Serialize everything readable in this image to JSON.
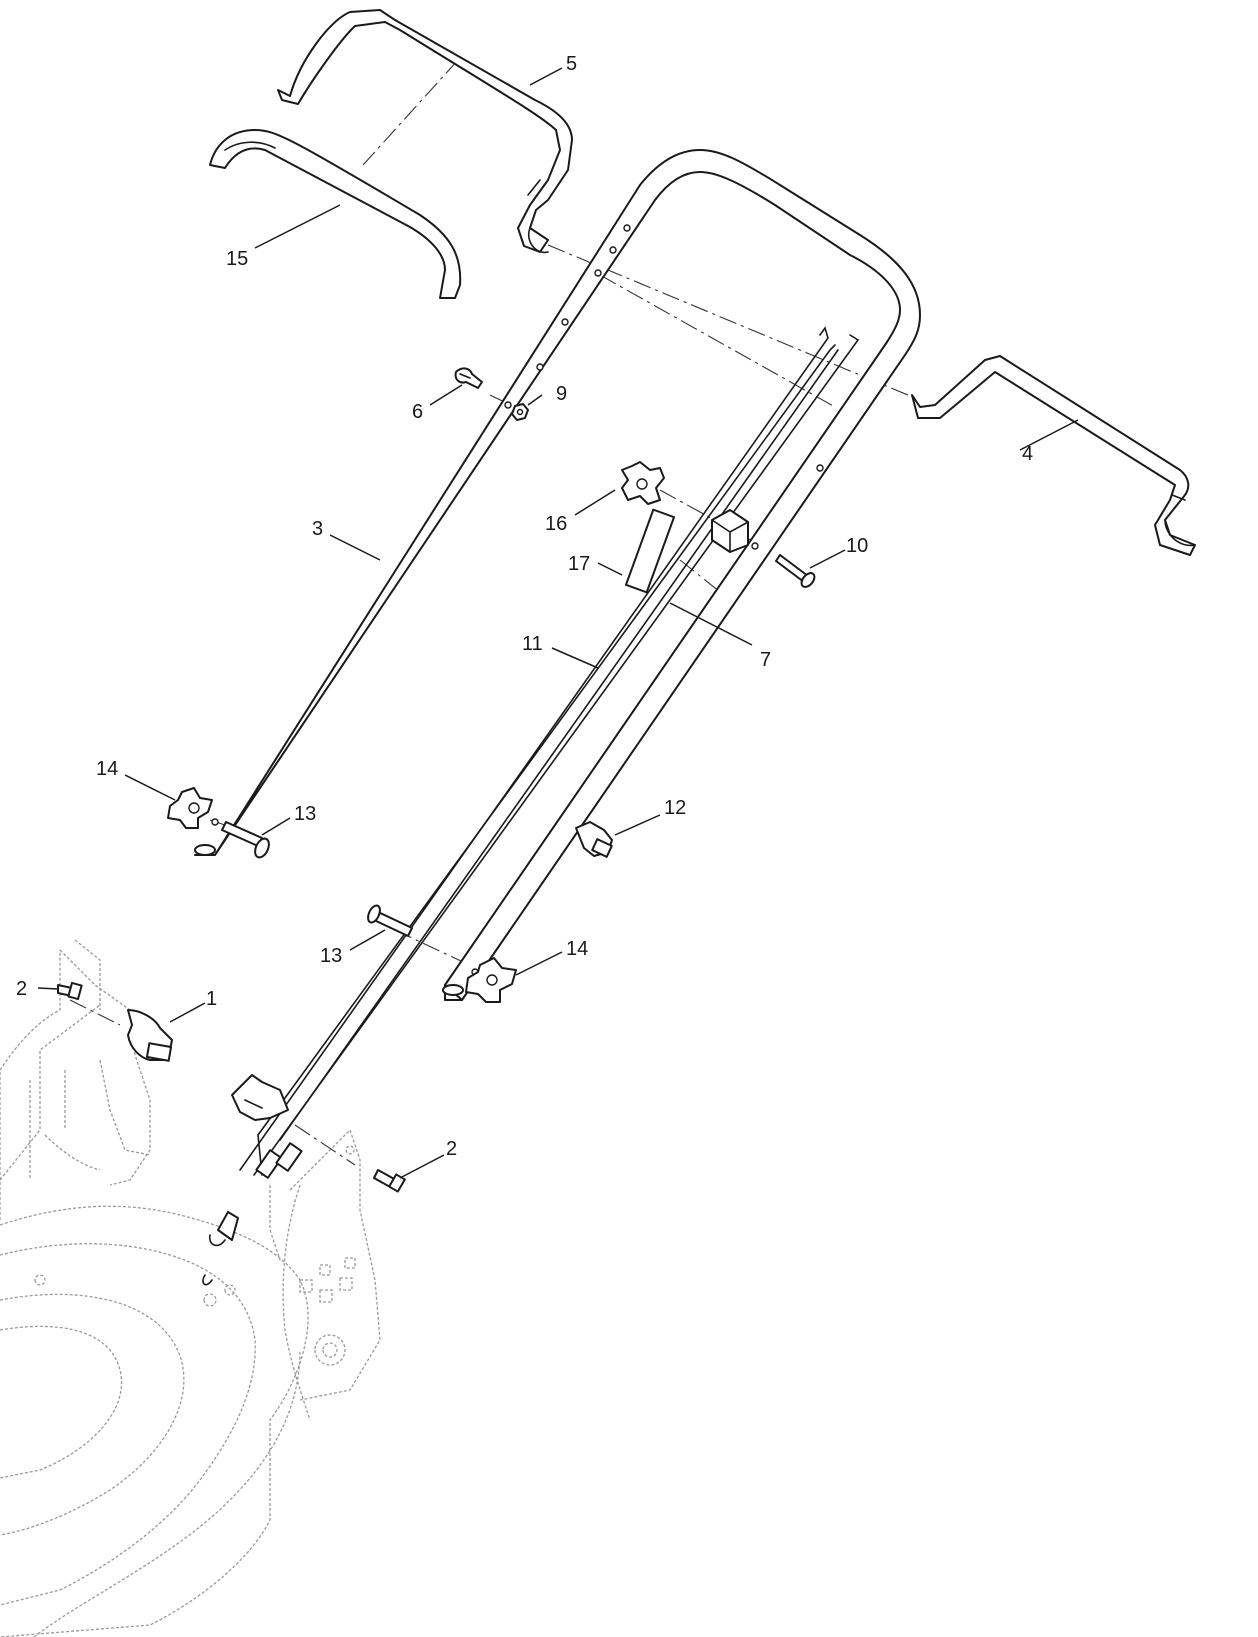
{
  "callouts": {
    "c1": "1",
    "c2a": "2",
    "c2b": "2",
    "c3": "3",
    "c4": "4",
    "c5": "5",
    "c6": "6",
    "c7": "7",
    "c9": "9",
    "c10": "10",
    "c11": "11",
    "c12": "12",
    "c13a": "13",
    "c13b": "13",
    "c14a": "14",
    "c14b": "14",
    "c15": "15",
    "c16": "16",
    "c17": "17"
  }
}
